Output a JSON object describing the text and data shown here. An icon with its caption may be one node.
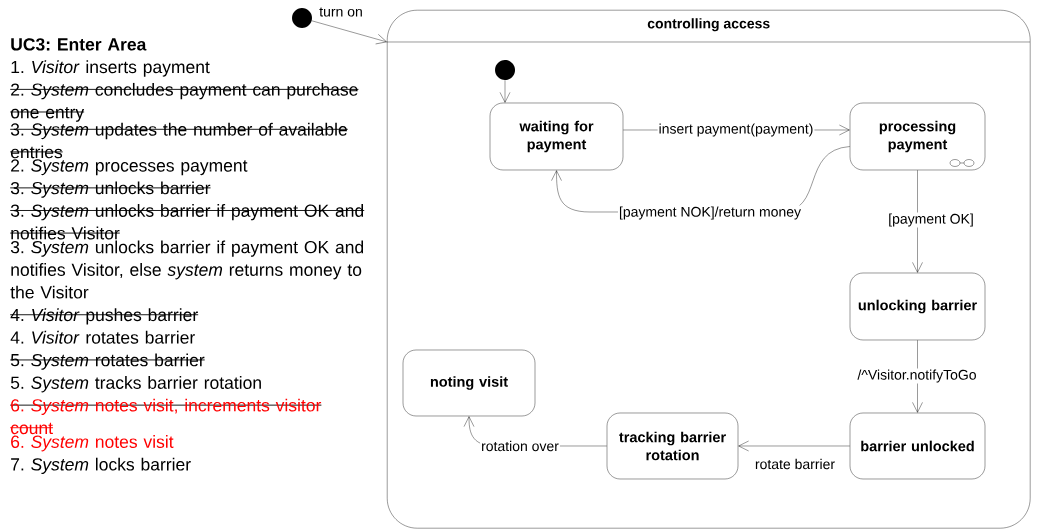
{
  "diagram": {
    "title": "UC3: Enter Area",
    "nodes": [
      {
        "text": [],
        "shape": "circle"
      },
      {
        "text": [
          "controlling access"
        ]
      },
      {
        "text": [],
        "shape": "circle",
        "in": 1
      },
      {
        "text": [
          "waiting for payment"
        ],
        "in": 1
      },
      {
        "text": [
          "processing payment"
        ],
        "in": 1
      },
      {
        "text": [
          "unlocking barrier"
        ],
        "in": 1
      },
      {
        "text": [
          "noting visit"
        ],
        "in": 1
      },
      {
        "text": [
          "tracking barrier rotation"
        ],
        "in": 1
      },
      {
        "text": [
          "barrier unlocked"
        ],
        "in": 1
      }
    ],
    "edges": [
      {
        "from": 0,
        "to": 1,
        "arrow": "to",
        "label": "turn on"
      },
      {
        "from": 2,
        "to": 3,
        "arrow": "to"
      },
      {
        "from": 3,
        "to": 4,
        "arrow": "to",
        "label": "insert payment(payment)"
      },
      {
        "from": 4,
        "to": 3,
        "arrow": "to",
        "label": "[payment NOK]/return money"
      },
      {
        "from": 4,
        "to": 5,
        "arrow": "to",
        "label": "[payment OK]"
      },
      {
        "from": 5,
        "to": 8,
        "arrow": "to",
        "label": "/^Visitor.notifyToGo"
      },
      {
        "from": 8,
        "to": 7,
        "arrow": "to",
        "label": "rotate barrier"
      },
      {
        "from": 7,
        "to": 6,
        "arrow": "to",
        "label": "rotation over"
      }
    ],
    "labels": [
      "1. *Visitor* inserts payment",
      "2. *System* concludes payment can purchase one entry",
      "3. *System* updates the number of available entries",
      "2. *System* processes payment",
      "3. *System* unlocks barrier",
      "3. *System* unlocks barrier if payment OK and notifies Visitor",
      "3. *System* unlocks barrier if payment OK and notifies Visitor, else *system* returns money to the Visitor",
      "4. *Visitor* pushes barrier",
      "4. *Visitor* rotates barrier",
      "5. *System* rotates barrier",
      "5. *System* tracks barrier rotation",
      "6. *System* notes visit, increments visitor count",
      "6. *System* notes visit",
      "7. *System* locks barrier"
    ]
  }
}
